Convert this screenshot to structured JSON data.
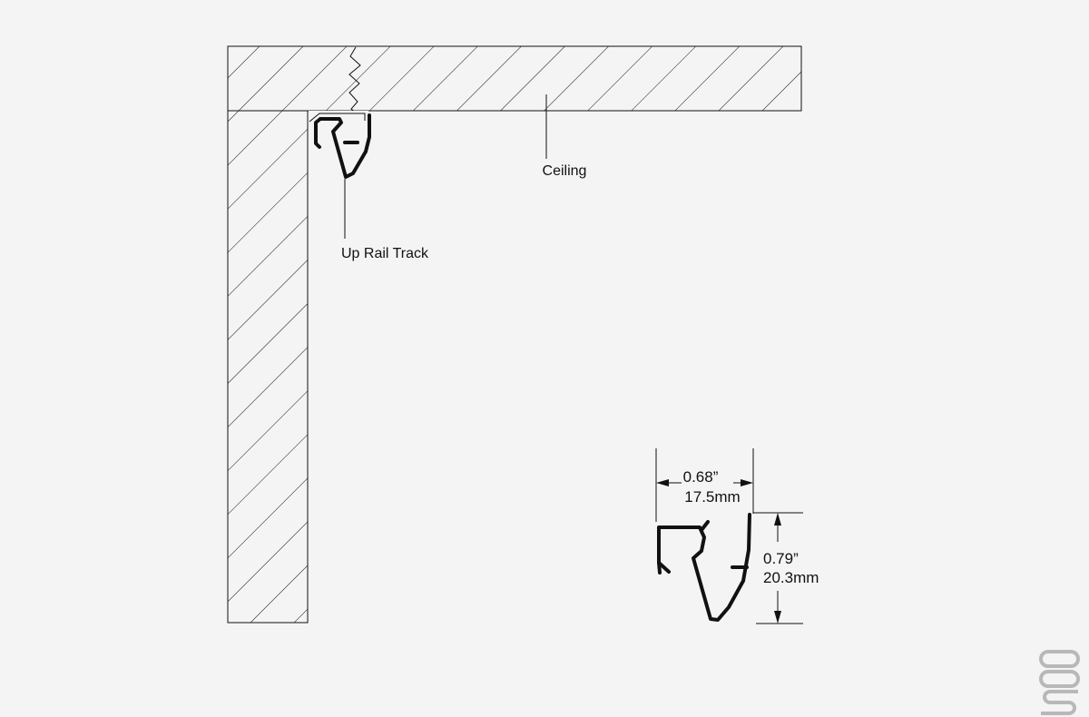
{
  "labels": {
    "ceiling": "Ceiling",
    "track": "Up Rail Track"
  },
  "dimensions": {
    "width_in": "0.68”",
    "width_mm": "17.5mm",
    "height_in": "0.79”",
    "height_mm": "20.3mm"
  },
  "logo": {
    "text": "OOS"
  },
  "colors": {
    "background": "#f4f4f4",
    "line": "#111111"
  }
}
